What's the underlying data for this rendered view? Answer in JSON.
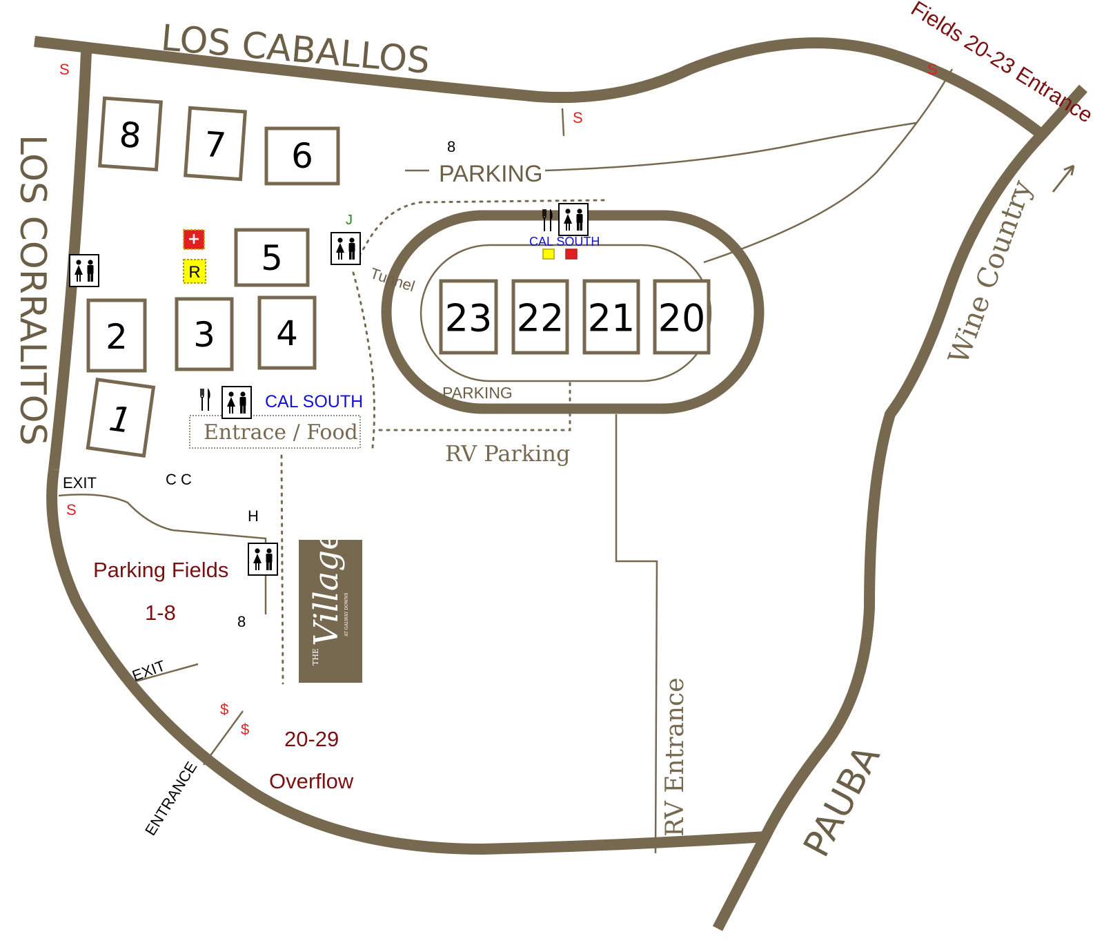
{
  "roads": {
    "los_caballos": "LOS CABALLOS",
    "los_corralitos": "LOS CORRALITOS",
    "pauba": "PAUBA",
    "wine_country": "Wine Country"
  },
  "fields": {
    "f1": "1",
    "f2": "2",
    "f3": "3",
    "f4": "4",
    "f5": "5",
    "f6": "6",
    "f7": "7",
    "f8": "8",
    "f20": "20",
    "f21": "21",
    "f22": "22",
    "f23": "23"
  },
  "labels": {
    "fields_20_23_entrance": "Fields 20-23  Entrance",
    "parking_top": "PARKING",
    "parking_top_number": "8",
    "parking_inner": "PARKING",
    "tunnel": "Tunnel",
    "cal_south_top": "CAL SOUTH",
    "cal_south_left": "CAL SOUTH",
    "entrance_food": "Entrace /  Food",
    "rv_parking": "RV Parking",
    "rv_entrance": "RV Entrance",
    "exit_upper": "EXIT",
    "exit_lower": "EXIT",
    "entrance_lower": "ENTRANCE",
    "cc": "C C",
    "h": "H",
    "j": "J",
    "parking_lot_number": "8",
    "parking_fields": "Parking Fields",
    "parking_fields_range": "1-8",
    "overflow_range": "20-29",
    "overflow": "Overflow",
    "first_aid": "+",
    "r_marker": "R",
    "village_the": "THE",
    "village_name": "Village",
    "village_sub": "AT GALWAY DOWNS"
  },
  "markers": {
    "s": "S",
    "dollar": "$"
  },
  "colors": {
    "road": "#77694f",
    "marker_red": "#e02020",
    "marker_yellow": "#ffff00",
    "maroon_text": "#7a1010",
    "blue_text": "#1010d8",
    "green_text": "#1a8a1a",
    "village_bg": "#77694f"
  },
  "icons": [
    "restroom-icon",
    "fork-knife-icon",
    "first-aid-icon",
    "arrow-icon"
  ]
}
